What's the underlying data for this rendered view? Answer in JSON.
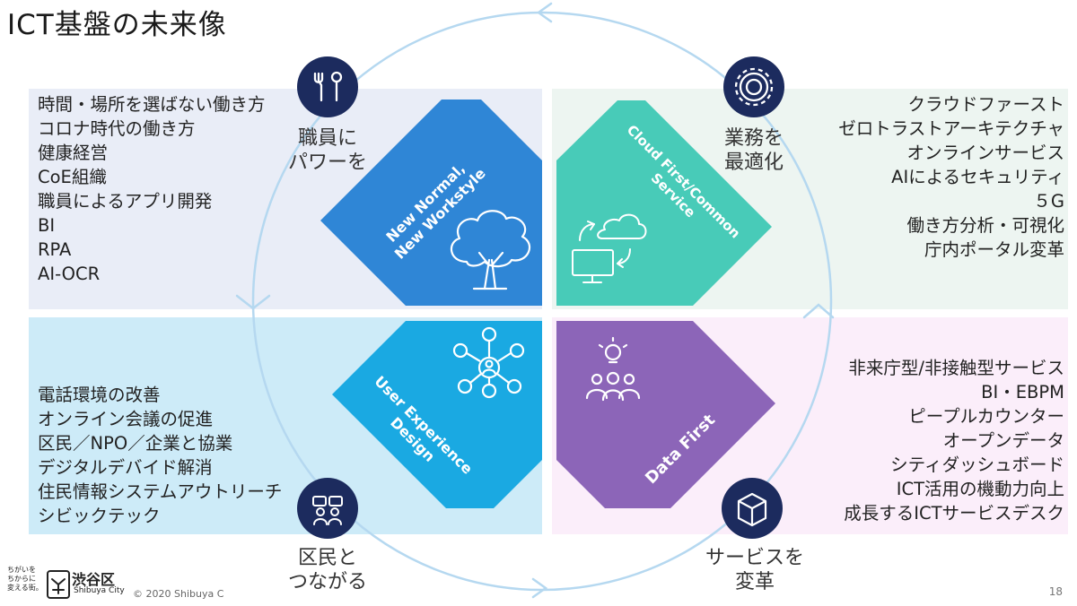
{
  "title": "ICT基盤の未来像",
  "quadrants": {
    "tl": {
      "shape_label_lines": [
        "New Normal,",
        "New Workstyle"
      ],
      "bubble_lines": [
        "職員に",
        "パワーを"
      ],
      "items": [
        "時間・場所を選ばない働き方",
        "コロナ時代の働き方",
        "健康経営",
        "CoE組織",
        "職員によるアプリ開発",
        "BI",
        "RPA",
        "AI-OCR"
      ],
      "color": "#2f86d6",
      "icon": "tools-icon"
    },
    "tr": {
      "shape_label_lines": [
        "Cloud First/Common",
        "Service"
      ],
      "bubble_lines": [
        "業務を",
        "最適化"
      ],
      "items": [
        "クラウドファースト",
        "ゼロトラストアーキテクチャ",
        "オンラインサービス",
        "AIによるセキュリティ",
        "５G",
        "働き方分析・可視化",
        "庁内ポータル変革"
      ],
      "color": "#43c9b7",
      "icon": "gear-icon"
    },
    "bl": {
      "shape_label_lines": [
        "User Experience",
        "Design"
      ],
      "bubble_lines": [
        "区民と",
        "つながる"
      ],
      "items": [
        "電話環境の改善",
        "オンライン会議の促進",
        "区民／NPO／企業と協業",
        "デジタルデバイド解消",
        "住民情報システムアウトリーチ",
        "シビックテック"
      ],
      "color": "#1aa7e0",
      "icon": "people-icon"
    },
    "br": {
      "shape_label_lines": [
        "Data First"
      ],
      "bubble_lines": [
        "サービスを",
        "変革"
      ],
      "items": [
        "非来庁型/非接触型サービス",
        "BI・EBPM",
        "ピープルカウンター",
        "オープンデータ",
        "シティダッシュボード",
        "ICT活用の機動力向上",
        "成長するICTサービスデスク"
      ],
      "color": "#8c65b8",
      "icon": "box-icon"
    }
  },
  "footer": {
    "copyright": "© 2020 Shibuya C",
    "page_number": "18",
    "logo_tagline_lines": [
      "ちがいを",
      "ちからに",
      "変える街。"
    ],
    "logo_name": "渋谷区",
    "logo_sub": "Shibuya City"
  },
  "colors": {
    "bubble": "#1c2b5e",
    "cycle": "#b5d8f0"
  }
}
